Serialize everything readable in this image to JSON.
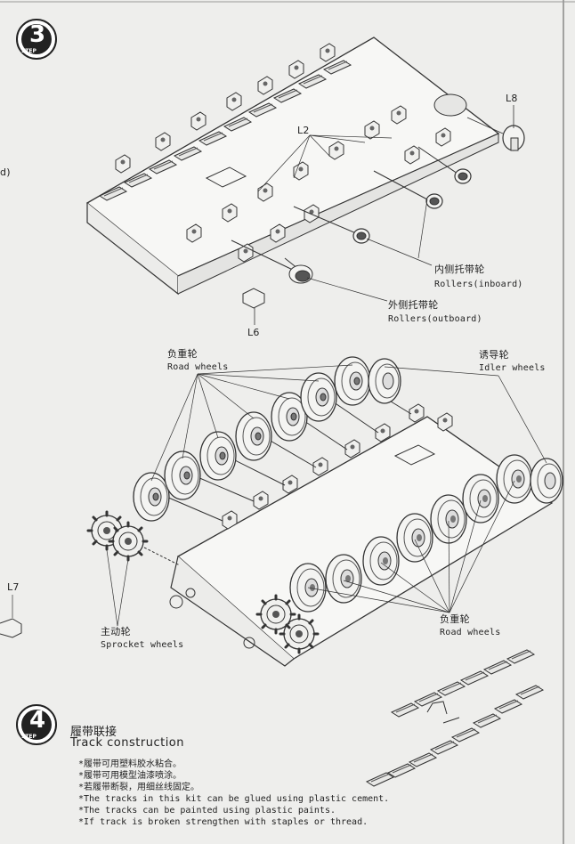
{
  "step3": {
    "number": "3",
    "word": "STEP",
    "part_l2": "L2",
    "part_l8": "L8",
    "part_l6": "L6",
    "rollers_inboard_cn": "内侧托带轮",
    "rollers_inboard_en": "Rollers(inboard)",
    "rollers_outboard_cn": "外侧托带轮",
    "rollers_outboard_en": "Rollers(outboard)",
    "edge_fragment": "d)"
  },
  "road_wheels_top": {
    "cn": "负重轮",
    "en": "Road wheels"
  },
  "idler_wheels": {
    "cn": "诱导轮",
    "en": "Idler wheels"
  },
  "sprocket_wheels": {
    "cn": "主动轮",
    "en": "Sprocket wheels"
  },
  "road_wheels_bottom": {
    "cn": "负重轮",
    "en": "Road  wheels"
  },
  "part_l7": "L7",
  "step4": {
    "number": "4",
    "word": "STEP",
    "title_cn": "履带联接",
    "title_en": "Track construction",
    "notes": [
      "*履带可用塑料胶水粘合。",
      "*履带可用模型油漆喷涂。",
      "*若履带断裂，用细丝线固定。",
      "*The tracks in this kit can be glued using plastic cement.",
      "*The tracks can be painted using plastic paints.",
      "*If track is broken strengthen with staples or thread."
    ]
  }
}
